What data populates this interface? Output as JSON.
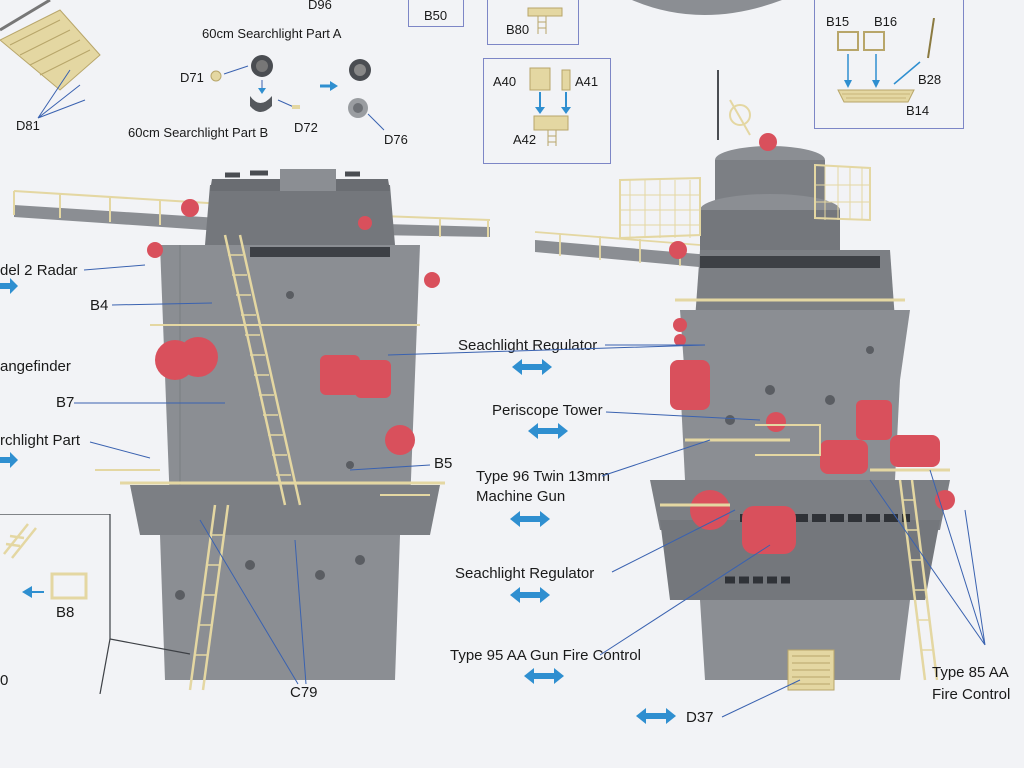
{
  "page": {
    "title": ""
  },
  "top_labels": {
    "d96": "D96",
    "b50": "B50",
    "b80": "B80",
    "searchlight_a": "60cm Searchlight Part A",
    "searchlight_b": "60cm Searchlight Part B",
    "d71": "D71",
    "d72": "D72",
    "d76": "D76",
    "d81": "D81"
  },
  "inset_a": {
    "a40": "A40",
    "a41": "A41",
    "a42": "A42"
  },
  "inset_b": {
    "b15": "B15",
    "b16": "B16",
    "b28": "B28",
    "b14": "B14"
  },
  "left_labels": {
    "radar": "del 2 Radar",
    "b4": "B4",
    "rangefinder": "angefinder",
    "b7": "B7",
    "searchlight_part": "rchlight Part",
    "b5": "B5",
    "b8": "B8",
    "c79": "C79",
    "edge_0": "0"
  },
  "center_callouts": {
    "regulator_1": "Seachlight Regulator",
    "periscope": "Periscope Tower",
    "type96_line1": "Type 96 Twin 13mm",
    "type96_line2": "Machine Gun",
    "regulator_2": "Seachlight Regulator",
    "type95": "Type 95 AA Gun Fire Control",
    "d37": "D37"
  },
  "right_labels": {
    "type85_line1": "Type 85 AA",
    "type85_line2": "Fire Control"
  },
  "colors": {
    "hull_gray": "#8b8e93",
    "photo_etch": "#e4d7a2",
    "red_part": "#d9505c",
    "arrow_blue": "#2f8fd0",
    "inset_border": "#7d86c6"
  }
}
